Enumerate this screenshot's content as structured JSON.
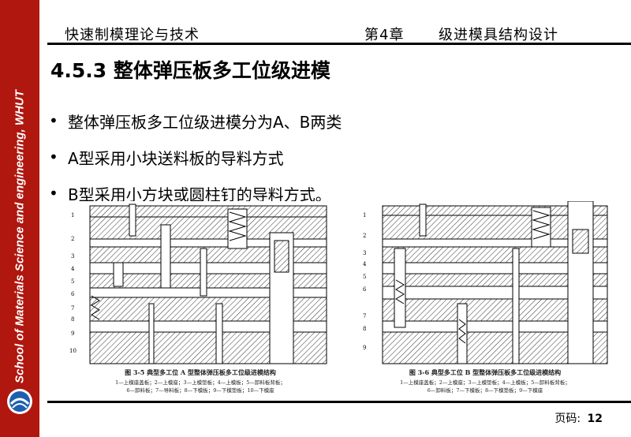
{
  "sidebar": {
    "text": "School of Materials Science and engineering, WHUT",
    "color": "#b0170f"
  },
  "header": {
    "course": "快速制模理论与技术",
    "chapter": "第4章",
    "chapter_title": "级进模具结构设计"
  },
  "section": {
    "title": "4.5.3  整体弹压板多工位级进模"
  },
  "bullets": [
    {
      "text": "整体弹压板多工位级进模分为A、B两类"
    },
    {
      "text": "A型采用小块送料板的导料方式"
    },
    {
      "text": "B型采用小方块或圆柱钉的导料方式。"
    }
  ],
  "figure_a": {
    "caption": "图 3-5   典型多工位 A 型整体弹压板多工位级进模结构",
    "legend_1": "1—上模座盖板；2—上模座；3—上模垫板；4—上模板；5—卸料板背板；",
    "legend_2": "6—卸料板；7—导料板；8—下模板；9—下模垫板；10—下模座",
    "labels": [
      "1",
      "2",
      "3",
      "4",
      "5",
      "6",
      "7",
      "8",
      "9",
      "10"
    ]
  },
  "figure_b": {
    "caption": "图 3-6   典型多工位 B 型整体弹压板多工位级进模结构",
    "legend_1": "1—上模座盖板；2—上模座；3—上模垫板；4—上模板；5—卸料板背板；",
    "legend_2": "6—卸料板；7—下模板；8—下模垫板；9—下模座",
    "labels": [
      "1",
      "2",
      "3",
      "4",
      "5",
      "6",
      "7",
      "8",
      "9"
    ]
  },
  "footer": {
    "page_label": "页码:",
    "page_number": "12"
  }
}
